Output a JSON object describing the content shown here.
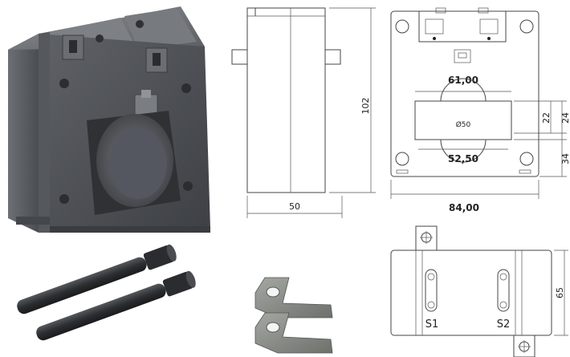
{
  "side_view": {
    "height_label": "102",
    "width_label": "50"
  },
  "front_view": {
    "hole_outer_label": "61,00",
    "hole_inner_label": "52,50",
    "diameter_label": "Ø50",
    "dim_22": "22",
    "dim_24": "24",
    "dim_34": "34",
    "width_label": "84,00"
  },
  "bottom_view": {
    "terminal_s1": "S1",
    "terminal_s2": "S2",
    "height_label": "65"
  },
  "colors": {
    "body": "#4a4d52",
    "line": "#444444",
    "paper": "#ffffff"
  }
}
